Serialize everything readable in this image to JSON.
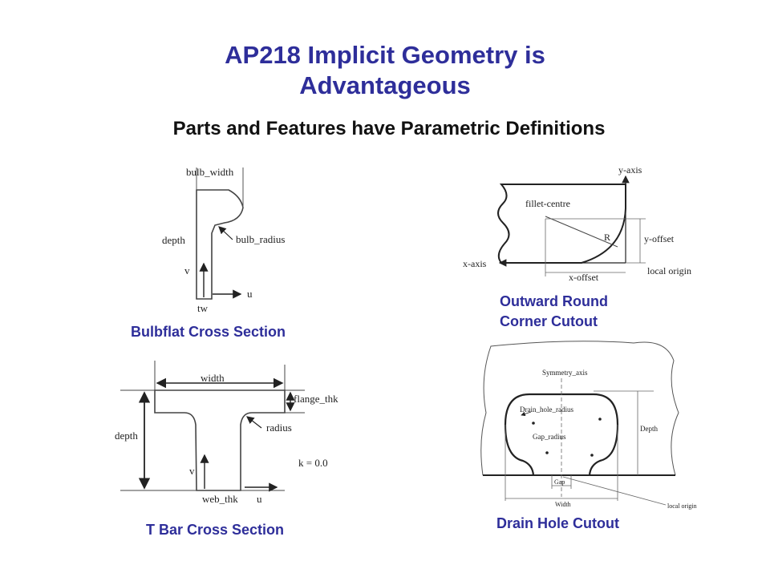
{
  "slide": {
    "title_line1": "AP218 Implicit Geometry is",
    "title_line2": "Advantageous",
    "subtitle": "Parts and Features have Parametric Definitions"
  },
  "bulbflat": {
    "caption": "Bulbflat Cross Section",
    "labels": {
      "bulb_width": "bulb_width",
      "depth": "depth",
      "bulb_radius": "bulb_radius",
      "v": "v",
      "u": "u",
      "tw": "tw"
    }
  },
  "outward": {
    "caption_line1": "Outward Round",
    "caption_line2": "Corner Cutout",
    "labels": {
      "y_axis": "y-axis",
      "fillet_centre": "fillet-centre",
      "R": "R",
      "y_offset": "y-offset",
      "x_axis": "x-axis",
      "local_origin": "local origin",
      "x_offset": "x-offset"
    }
  },
  "tbar": {
    "caption": "T Bar Cross Section",
    "labels": {
      "width": "width",
      "flange_thk": "flange_thk",
      "depth": "depth",
      "radius": "radius",
      "k": "k = 0.0",
      "v": "v",
      "web_thk": "web_thk",
      "u": "u"
    }
  },
  "drain": {
    "caption": "Drain Hole Cutout",
    "labels": {
      "symmetry_axis": "Symmetry_axis",
      "drain_hole_radius": "Drain_hole_radius",
      "gap_radius": "Gap_radius",
      "depth": "Depth",
      "gap": "Gap",
      "width": "Width",
      "local_origin": "local origin"
    }
  },
  "colors": {
    "title": "#2e2e9a",
    "caption": "#2e2e9a",
    "line": "#222222"
  }
}
